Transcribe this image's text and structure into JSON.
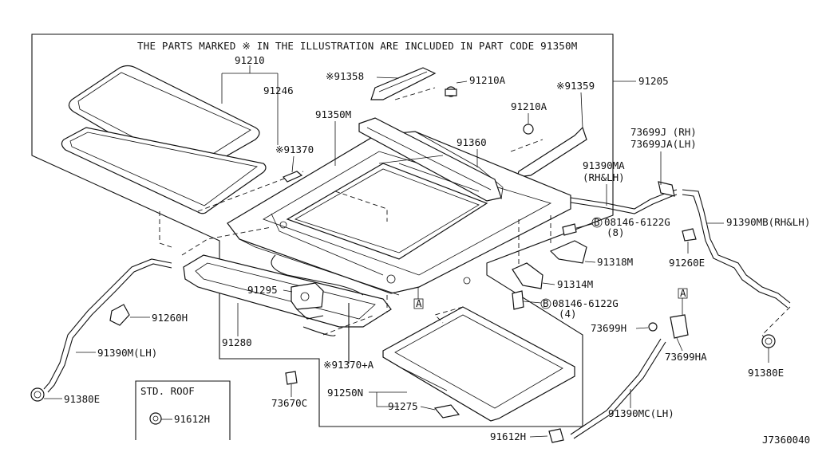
{
  "note": "THE PARTS MARKED ※ IN THE ILLUSTRATION ARE INCLUDED IN PART CODE 91350M",
  "diagram_code": "J7360040",
  "inset_title": "STD. ROOF",
  "labels": {
    "p91210": "91210",
    "p91246": "91246",
    "p91358": "※91358",
    "p91210A_1": "91210A",
    "p91359": "※91359",
    "p91205": "91205",
    "p91210A_2": "91210A",
    "p91350M": "91350M",
    "p91370": "※91370",
    "p91360": "91360",
    "p73699J": "73699J (RH)",
    "p73699JA": "73699JA(LH)",
    "p91390MA": "91390MA",
    "p91390MA_2": "(RH&LH)",
    "p08146a": "08146-6122G",
    "p08146a_q": "(8)",
    "p91390MB": "91390MB(RH&LH)",
    "p91260E": "91260E",
    "p91318M": "91318M",
    "p91314M": "91314M",
    "p08146b": "08146-6122G",
    "p08146b_q": "(4)",
    "p91295": "91295",
    "p91260H": "91260H",
    "p91280": "91280",
    "p91370A": "※91370+A",
    "p91390M": "91390M(LH)",
    "p91380E_l": "91380E",
    "p73699H": "73699H",
    "p73699HA": "73699HA",
    "p91380E_r": "91380E",
    "p91250N": "91250N",
    "p91275": "91275",
    "p73670C": "73670C",
    "p91390MC": "91390MC(LH)",
    "p91612H_1": "91612H",
    "p91612H_2": "91612H",
    "refA": "A",
    "circleB": "B"
  }
}
